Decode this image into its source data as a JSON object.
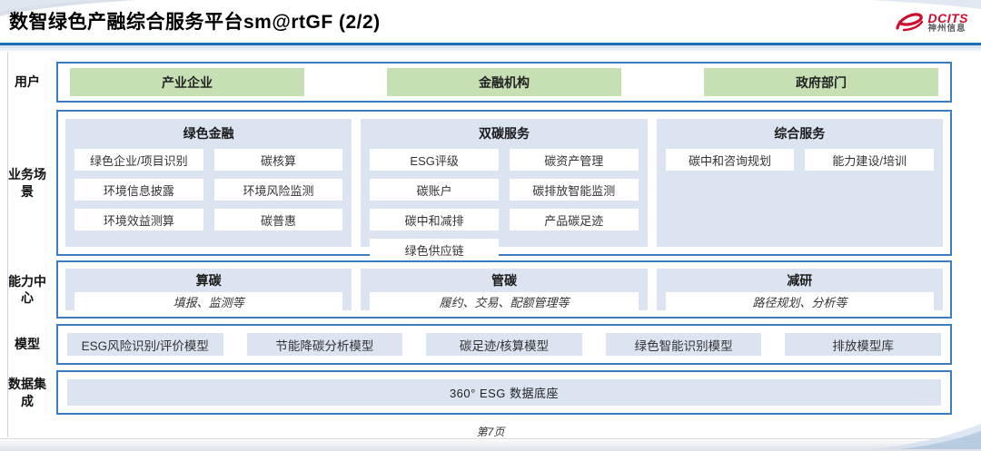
{
  "header": {
    "title": "数智绿色产融综合服务平台sm@rtGF (2/2)",
    "logo": {
      "brand": "DCITS",
      "subtitle": "神州信息"
    }
  },
  "bands": {
    "users": {
      "label": "用户",
      "items": [
        "产业企业",
        "金融机构",
        "政府部门"
      ]
    },
    "scenarios": {
      "label": "业务场景",
      "columns": [
        {
          "title": "绿色金融",
          "items": [
            "绿色企业/项目识别",
            "碳核算",
            "环境信息披露",
            "环境风险监测",
            "环境效益测算",
            "碳普惠"
          ]
        },
        {
          "title": "双碳服务",
          "items": [
            "ESG评级",
            "碳资产管理",
            "碳账户",
            "碳排放智能监测",
            "碳中和减排",
            "产品碳足迹",
            "绿色供应链"
          ]
        },
        {
          "title": "综合服务",
          "items": [
            "碳中和咨询规划",
            "能力建设/培训"
          ]
        }
      ]
    },
    "capabilities": {
      "label": "能力中心",
      "items": [
        {
          "title": "算碳",
          "desc": "填报、监测等"
        },
        {
          "title": "管碳",
          "desc": "履约、交易、配额管理等"
        },
        {
          "title": "减研",
          "desc": "路径规划、分析等"
        }
      ]
    },
    "models": {
      "label": "模型",
      "items": [
        "ESG风险识别/评价模型",
        "节能降碳分析模型",
        "碳足迹/核算模型",
        "绿色智能识别模型",
        "排放模型库"
      ]
    },
    "data_integration": {
      "label": "数据集成",
      "items": [
        "360° ESG 数据底座"
      ]
    }
  },
  "footer": {
    "page": "第7页"
  },
  "colors": {
    "accent_blue": "#1f6eb4",
    "frame_border": "#3e7cc1",
    "panel_bg": "#dce3f1",
    "user_green": "#c6e0b4",
    "brand_red": "#cf0a2c"
  }
}
